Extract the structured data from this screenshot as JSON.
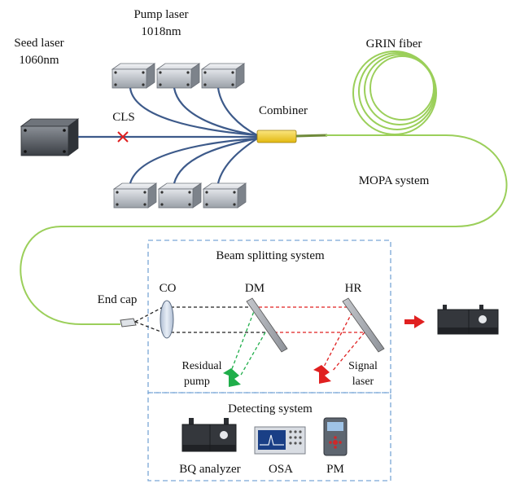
{
  "labels": {
    "seed_laser": "Seed laser",
    "seed_wavelength": "1060nm",
    "pump_laser": "Pump laser",
    "pump_wavelength": "1018nm",
    "cls": "CLS",
    "combiner": "Combiner",
    "grin_fiber": "GRIN fiber",
    "mopa_system": "MOPA system",
    "end_cap": "End cap",
    "co": "CO",
    "dm": "DM",
    "hr": "HR",
    "residual_pump_1": "Residual",
    "residual_pump_2": "pump",
    "signal_laser_1": "Signal",
    "signal_laser_2": "laser"
  },
  "boxes": {
    "beam_splitting_title": "Beam splitting system",
    "detecting_title": "Detecting system"
  },
  "instruments": {
    "bq_analyzer": "BQ analyzer",
    "osa": "OSA",
    "pm": "PM"
  },
  "colors": {
    "fiber_green": "#9bcf5a",
    "pump_fiber_blue": "#3d5a8a",
    "seed_fiber_blue": "#3d5a8a",
    "combiner_yellow": "#f2cf1e",
    "cls_red": "#e02020",
    "red_beam": "#e02020",
    "green_beam": "#1fae4a",
    "dashed_box": "#7aa6d6",
    "device_gray": "#c8ccd2"
  }
}
